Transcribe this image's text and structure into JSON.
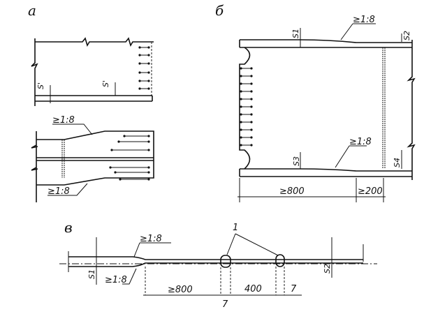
{
  "panels": {
    "a": {
      "label": "а",
      "thickness_left": "S'",
      "thickness_right": "S'",
      "slope_top": "≥1:8",
      "slope_bottom": "≥1:8"
    },
    "b": {
      "label": "б",
      "s1": "S1",
      "s2": "S2",
      "s3": "S3",
      "s4": "S4",
      "slope_top": "≥1:8",
      "slope_bottom": "≥1:8",
      "dim_main": "≥800",
      "dim_weld": "≥200"
    },
    "v": {
      "label": "в",
      "slope_top": "≥1:8",
      "slope_bottom": "≥1:8",
      "s1": "S1",
      "s2": "S2",
      "callout": "1",
      "dim_main": "≥800",
      "dim_mid": "400",
      "dim_gap_top": "7",
      "dim_gap_bottom": "7"
    }
  }
}
